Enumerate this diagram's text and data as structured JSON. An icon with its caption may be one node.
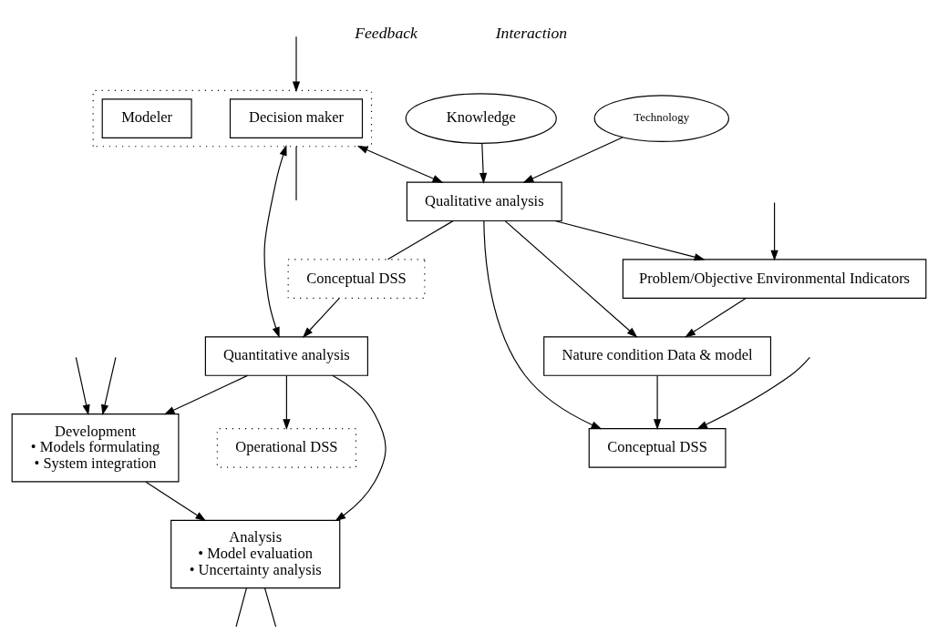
{
  "diagram": {
    "nodes": [
      {
        "text": [
          "Knowledge"
        ]
      },
      {
        "text": [
          "Technology"
        ]
      },
      {
        "text": [
          "Qualitative analysis"
        ]
      },
      {
        "text": [],
        "shape": "box"
      },
      {
        "text": [
          "Decision maker"
        ],
        "in": 3
      },
      {
        "text": [
          "Modeler"
        ],
        "in": 3
      },
      {
        "text": [
          "Conceptual DSS"
        ]
      },
      {
        "text": [
          "Quantitative analysis"
        ]
      },
      {
        "text": [
          "Operational DSS"
        ]
      },
      {
        "text": [
          "Problem/Objective Environmental Indicators"
        ]
      },
      {
        "text": [
          "Nature condition Data & model"
        ]
      },
      {
        "text": [
          "Conceptual DSS"
        ]
      },
      {
        "text": [
          "Development",
          "• Models formulating",
          "• System integration"
        ]
      },
      {
        "text": [
          "Analysis",
          "• Model evaluation",
          "• Uncertainty analysis"
        ]
      }
    ],
    "edges": [
      {
        "from": 0,
        "to": 2,
        "arrow": "to"
      },
      {
        "from": 1,
        "to": 2,
        "arrow": "to"
      },
      {
        "from": 3,
        "to": 2,
        "arrow": "both"
      },
      {
        "from": 3,
        "to": null,
        "arrow": "none"
      },
      {
        "from": 2,
        "to": 9,
        "arrow": "to"
      },
      {
        "from": 2,
        "to": 10,
        "arrow": "to"
      },
      {
        "from": 2,
        "to": 11,
        "arrow": "to"
      },
      {
        "from": 9,
        "to": 10,
        "arrow": "to"
      },
      {
        "from": 10,
        "to": 11,
        "arrow": "to"
      },
      {
        "from": null,
        "to": 9,
        "arrow": "to"
      },
      {
        "from": null,
        "to": 11,
        "arrow": "to"
      },
      {
        "from": 2,
        "to": 6,
        "arrow": "none"
      },
      {
        "from": 6,
        "to": 7,
        "arrow": "to"
      },
      {
        "from": null,
        "to": 3,
        "arrow": "to"
      },
      {
        "from": 3,
        "to": 7,
        "arrow": "both"
      },
      {
        "from": 7,
        "to": 12,
        "arrow": "to"
      },
      {
        "from": 7,
        "to": 13,
        "arrow": "to"
      },
      {
        "from": null,
        "to": 12,
        "arrow": "to"
      },
      {
        "from": null,
        "to": 12,
        "arrow": "to"
      },
      {
        "from": 12,
        "to": 13,
        "arrow": "to"
      },
      {
        "from": 7,
        "to": 8,
        "arrow": "to"
      },
      {
        "from": 13,
        "to": null,
        "arrow": "none"
      },
      {
        "from": 13,
        "to": null,
        "arrow": "none"
      }
    ],
    "labels": [
      "Feedback",
      "Interaction"
    ]
  }
}
